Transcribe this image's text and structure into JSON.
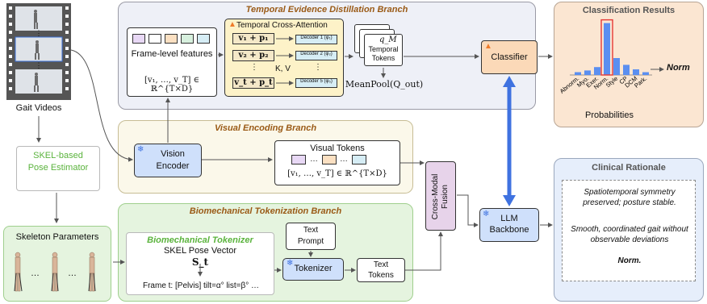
{
  "gait_videos": {
    "label": "Gait Videos"
  },
  "pose_estimator": {
    "label": "SKEL-based Pose Estimator"
  },
  "skeleton": {
    "label": "Skeleton Parameters",
    "ellipsis": "…"
  },
  "temporal_branch": {
    "title": "Temporal Evidence Distillation Branch",
    "frame_features_label": "Frame-level features",
    "frame_features_math": "[v₁, …, v_T] ∈ ℝ^{T×D}",
    "cross_attention_title": "Temporal Cross-Attention",
    "rows": [
      {
        "query": "v₁ + p₁",
        "decoder": "Decoder 1 (φ₁)"
      },
      {
        "query": "v₂ + p₂",
        "decoder": "Decoder 2 (φ₂)"
      },
      {
        "query": "v_t + p_t",
        "decoder": "Decoder 5 (φ₅)"
      }
    ],
    "kv_label": "K, V",
    "dots": "⋮",
    "qm_label": "q_M",
    "temporal_tokens": "Temporal Tokens",
    "meanpool": "MeanPool(Q_out)"
  },
  "visual_branch": {
    "title": "Visual Encoding Branch",
    "vision_encoder": "Vision Encoder",
    "visual_tokens_label": "Visual Tokens",
    "visual_tokens_math": "[v₁, …, v_T] ∈ ℝ^{T×D}",
    "ellipsis": "…"
  },
  "bio_branch": {
    "title": "Biomechanical Tokenization Branch",
    "tokenizer_title": "Biomechanical Tokenizer",
    "pose_vector": "SKEL Pose Vector",
    "s_t": "S_t",
    "frame_line": "Frame t: [Pelvis] tilt=α° list=β° …",
    "text_prompt": "Text Prompt",
    "tokenizer": "Tokenizer",
    "text_tokens": "Text Tokens"
  },
  "fusion": {
    "label": "Cross-Modal Fusion"
  },
  "llm": {
    "label": "LLM Backbone"
  },
  "classifier": {
    "label": "Classifier"
  },
  "classification": {
    "title": "Classification Results",
    "output_label": "Norm",
    "axis_label": "Probabilities",
    "highlight_color": "#e53935",
    "bar_color": "#5b8ff0",
    "categories": [
      "Abnorm.",
      "Myo.",
      "Exer.",
      "Norm.",
      "Style",
      "CP",
      "DCM",
      "Park."
    ],
    "values": [
      0.05,
      0.08,
      0.14,
      0.92,
      0.3,
      0.18,
      0.1,
      0.05
    ],
    "highlight_index": 3
  },
  "rationale": {
    "title": "Clinical Rationale",
    "line1": "Spatiotemporal symmetry preserved; posture stable.",
    "line2": "Smooth, coordinated gait without observable deviations",
    "verdict": "Norm."
  },
  "colors": {
    "temporal_panel": "#eef0f7",
    "visual_panel": "#fbf8ea",
    "bio_panel": "#e5f4df",
    "classification_panel": "#fbe6d2",
    "rationale_panel": "#e6eefb",
    "fusion_box": "#e7d3ea",
    "classifier_box": "#fbd9b8",
    "accent_title": "#9a5a16",
    "green_title": "#5ab33c",
    "arrow_blue": "#3f72e0"
  }
}
